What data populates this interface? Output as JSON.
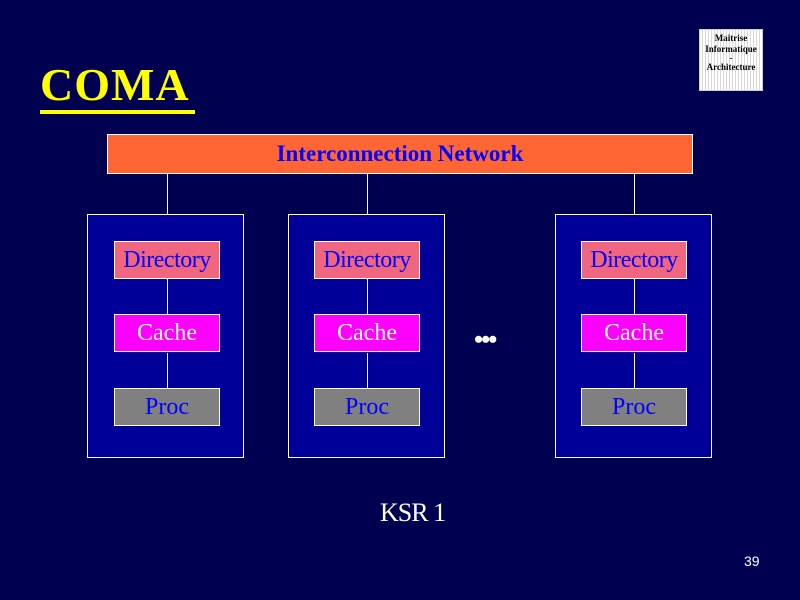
{
  "slide": {
    "title": "COMA",
    "logo": {
      "lines": [
        "Maîtrise",
        "Informatique",
        "-",
        "Architecture"
      ]
    },
    "network_label": "Interconnection Network",
    "nodes": [
      {
        "directory": "Directory",
        "cache": "Cache",
        "proc": "Proc"
      },
      {
        "directory": "Directory",
        "cache": "Cache",
        "proc": "Proc"
      },
      {
        "directory": "Directory",
        "cache": "Cache",
        "proc": "Proc"
      }
    ],
    "ellipsis": "•••",
    "caption": "KSR 1",
    "page_number": "39"
  },
  "colors": {
    "background": "#000050",
    "node_fill": "#000099",
    "network": "#ff6633",
    "directory": "#f0667f",
    "cache": "#ff00ff",
    "proc": "#808080",
    "title": "#ffff00"
  }
}
